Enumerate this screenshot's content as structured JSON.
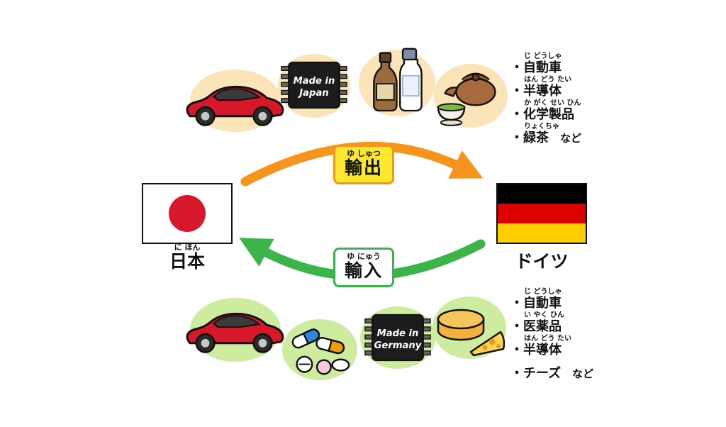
{
  "diagram": {
    "bullet": "・",
    "countries": {
      "japan": {
        "label": "日本",
        "furigana": "に ほん"
      },
      "germany": {
        "label": "ドイツ"
      }
    },
    "export": {
      "label": "輸出",
      "furigana": "ゆ しゅつ",
      "chip_line1": "Made in",
      "chip_line2": "Japan",
      "items": [
        {
          "label": "自動車",
          "furigana": "じ どうしゃ",
          "suffix": ""
        },
        {
          "label": "半導体",
          "furigana": "はん どう たい",
          "suffix": ""
        },
        {
          "label": "化学製品",
          "furigana": "か がく せい ひん",
          "suffix": ""
        },
        {
          "label": "緑茶",
          "furigana": "りょくちゃ",
          "suffix": "など"
        }
      ]
    },
    "import": {
      "label": "輸入",
      "furigana": "ゆ にゅう",
      "chip_line1": "Made in",
      "chip_line2": "Germany",
      "items": [
        {
          "label": "自動車",
          "furigana": "じ どうしゃ",
          "suffix": ""
        },
        {
          "label": "医薬品",
          "furigana": "い やく ひん",
          "suffix": ""
        },
        {
          "label": "半導体",
          "furigana": "はん どう たい",
          "suffix": ""
        },
        {
          "label": "チーズ",
          "furigana": "",
          "suffix": "など"
        }
      ]
    },
    "icons": {
      "export_row": [
        "car-icon",
        "semiconductor-chip-icon",
        "chemical-bottles-icon",
        "green-tea-icon"
      ],
      "import_row": [
        "car-icon",
        "medicine-pills-icon",
        "semiconductor-chip-icon",
        "cheese-icon"
      ]
    },
    "colors": {
      "export_arrow": "#F7941D",
      "export_box_bg": "#FCE92F",
      "import_arrow": "#3BB54A",
      "export_blob": "#FAE4B8",
      "import_blob": "#CDEC9F",
      "japan_red": "#D7182A",
      "germany_black": "#000000",
      "germany_red": "#DD0000",
      "germany_gold": "#FFCE00"
    }
  }
}
